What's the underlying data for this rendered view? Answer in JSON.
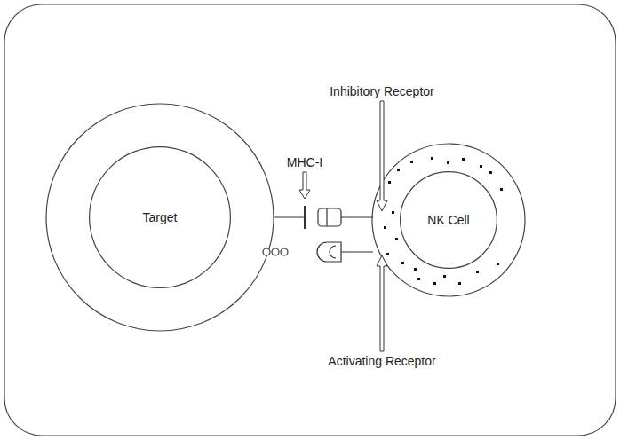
{
  "diagram": {
    "nodes": [
      {
        "text": [
          "Target"
        ]
      },
      {
        "text": [
          "NK Cell"
        ]
      }
    ],
    "labels": [
      "MHC-I",
      "Inhibitory Receptor",
      "Activating Receptor"
    ]
  }
}
